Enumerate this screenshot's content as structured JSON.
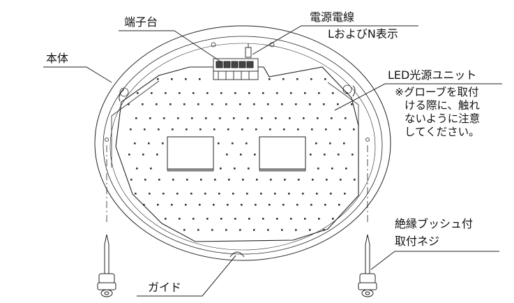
{
  "labels": {
    "terminal_block": "端子台",
    "power_wire_title": "電源電線",
    "power_wire_sub": "LおよびN表示",
    "body": "本体",
    "led_unit": "LED光源ユニット",
    "led_note": [
      "※グローブを取付",
      "ける際に、触れ",
      "ないように注意",
      "してください。"
    ],
    "screw_line1": "絶縁ブッシュ付",
    "screw_line2": "取付ネジ",
    "guide": "ガイド"
  }
}
